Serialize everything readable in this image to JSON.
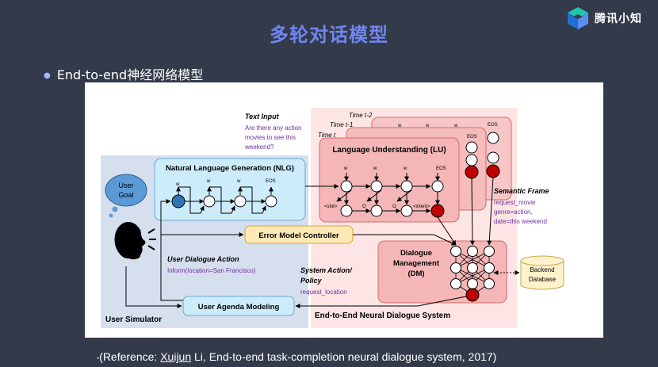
{
  "slide": {
    "title": "多轮对话模型",
    "bullet": "End-to-end神经网络模型",
    "brand": "腾讯小知",
    "reference": {
      "prefix": "(Reference: ",
      "author": "Xuijun",
      "rest": " Li, End-to-end task-completion neural dialogue system, 2017)"
    }
  },
  "diagram": {
    "text_input_title": "Text Input",
    "text_input_lines": [
      "Are there any action",
      "movies to see this",
      "weekend?"
    ],
    "time_labels": [
      "Time t-2",
      "Time t-1",
      "Time t"
    ],
    "lu_title": "Language Understanding (LU)",
    "lu_tokens": [
      "w",
      "w",
      "w",
      "EOS"
    ],
    "lu_outputs": [
      "<slot>",
      "O",
      "O",
      "<intent>"
    ],
    "back_tokens": [
      "w",
      "w",
      "w",
      "EOS"
    ],
    "nlg_title": "Natural Language Generation (NLG)",
    "nlg_tokens": [
      "w",
      "w",
      "w",
      "EOS"
    ],
    "semantic_frame_title": "Semantic Frame",
    "semantic_frame_lines": [
      "request_movie",
      "genre=action,",
      "date=this weekend"
    ],
    "user_goal": [
      "User",
      "Goal"
    ],
    "error_model": "Error Model Controller",
    "user_dialogue_action_title": "User Dialogue Action",
    "user_dialogue_action_value": "Inform(location=San Francisco)",
    "dm_title": [
      "Dialogue",
      "Management",
      "(DM)"
    ],
    "backend": [
      "Backend",
      "Database"
    ],
    "system_action_title": [
      "System Action/",
      "Policy"
    ],
    "system_action_value": "request_location",
    "agenda": "User Agenda Modeling",
    "user_simulator": "User Simulator",
    "e2e_system": "End-to-End Neural Dialogue System",
    "colors": {
      "accent_purple": "#7030a0",
      "red_node": "#c00000",
      "blue_node": "#2e75b6",
      "lu_fill": "#f4b6b6",
      "nlg_fill": "#ccecfa",
      "error_fill": "#fde9b5",
      "backend_fill": "#fff2cc",
      "sim_bg": "#d5dfee",
      "sys_bg": "#fde5e5"
    }
  }
}
